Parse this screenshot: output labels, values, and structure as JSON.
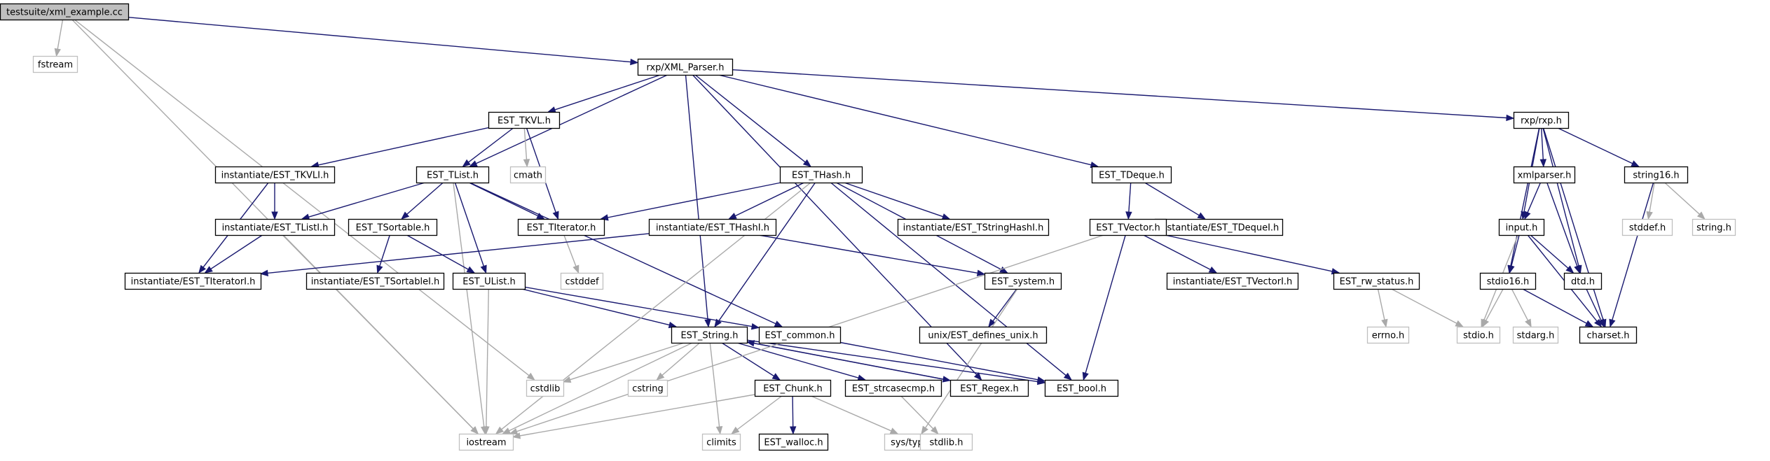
{
  "colors": {
    "dark_edge": "#191970",
    "light_edge": "#a9a9a9",
    "node_border": "#000000",
    "missing_border": "#bfbfbf",
    "root_fill": "#bfbfbf"
  },
  "nodes": [
    {
      "id": "xml_example",
      "label": "testsuite/xml_example.cc",
      "kind": "root"
    },
    {
      "id": "fstream",
      "label": "fstream",
      "kind": "missing"
    },
    {
      "id": "xml_parser",
      "label": "rxp/XML_Parser.h",
      "kind": "file"
    },
    {
      "id": "est_tkvl",
      "label": "EST_TKVL.h",
      "kind": "file"
    },
    {
      "id": "inst_tkvli",
      "label": "instantiate/EST_TKVLI.h",
      "kind": "file"
    },
    {
      "id": "est_tlist",
      "label": "EST_TList.h",
      "kind": "file"
    },
    {
      "id": "cmath",
      "label": "cmath",
      "kind": "missing"
    },
    {
      "id": "inst_tlisti",
      "label": "instantiate/EST_TListI.h",
      "kind": "file"
    },
    {
      "id": "est_tsortable",
      "label": "EST_TSortable.h",
      "kind": "file"
    },
    {
      "id": "inst_titeratori",
      "label": "instantiate/EST_TIteratorI.h",
      "kind": "file"
    },
    {
      "id": "inst_tsortablei",
      "label": "instantiate/EST_TSortableI.h",
      "kind": "file"
    },
    {
      "id": "est_ulist",
      "label": "EST_UList.h",
      "kind": "file"
    },
    {
      "id": "est_titerator",
      "label": "EST_TIterator.h",
      "kind": "file"
    },
    {
      "id": "cstddef",
      "label": "cstddef",
      "kind": "missing"
    },
    {
      "id": "est_thash",
      "label": "EST_THash.h",
      "kind": "file"
    },
    {
      "id": "inst_thashi",
      "label": "instantiate/EST_THashI.h",
      "kind": "file"
    },
    {
      "id": "inst_tstringhashi",
      "label": "instantiate/EST_TStringHashI.h",
      "kind": "file"
    },
    {
      "id": "est_system",
      "label": "EST_system.h",
      "kind": "file"
    },
    {
      "id": "unix_defines",
      "label": "unix/EST_defines_unix.h",
      "kind": "file"
    },
    {
      "id": "est_string",
      "label": "EST_String.h",
      "kind": "file"
    },
    {
      "id": "est_common",
      "label": "EST_common.h",
      "kind": "file"
    },
    {
      "id": "cstdlib",
      "label": "cstdlib",
      "kind": "missing"
    },
    {
      "id": "cstring",
      "label": "cstring",
      "kind": "missing"
    },
    {
      "id": "est_chunk",
      "label": "EST_Chunk.h",
      "kind": "file"
    },
    {
      "id": "est_strcasecmp",
      "label": "EST_strcasecmp.h",
      "kind": "file"
    },
    {
      "id": "est_regex",
      "label": "EST_Regex.h",
      "kind": "file"
    },
    {
      "id": "est_bool",
      "label": "EST_bool.h",
      "kind": "file"
    },
    {
      "id": "iostream",
      "label": "iostream",
      "kind": "missing"
    },
    {
      "id": "climits",
      "label": "climits",
      "kind": "missing"
    },
    {
      "id": "est_walloc",
      "label": "EST_walloc.h",
      "kind": "file"
    },
    {
      "id": "sys_types",
      "label": "sys/types.h",
      "kind": "missing"
    },
    {
      "id": "stdlib_h",
      "label": "stdlib.h",
      "kind": "missing"
    },
    {
      "id": "est_tdeque",
      "label": "EST_TDeque.h",
      "kind": "file"
    },
    {
      "id": "inst_tdequei",
      "label": "instantiate/EST_TDequeI.h",
      "kind": "file"
    },
    {
      "id": "est_tvector",
      "label": "EST_TVector.h",
      "kind": "file"
    },
    {
      "id": "inst_tvectori",
      "label": "instantiate/EST_TVectorI.h",
      "kind": "file"
    },
    {
      "id": "est_rw_status",
      "label": "EST_rw_status.h",
      "kind": "file"
    },
    {
      "id": "errno_h",
      "label": "errno.h",
      "kind": "missing"
    },
    {
      "id": "rxp_h",
      "label": "rxp/rxp.h",
      "kind": "file"
    },
    {
      "id": "xmlparser_h",
      "label": "xmlparser.h",
      "kind": "file"
    },
    {
      "id": "string16_h",
      "label": "string16.h",
      "kind": "file"
    },
    {
      "id": "input_h",
      "label": "input.h",
      "kind": "file"
    },
    {
      "id": "stddef_h",
      "label": "stddef.h",
      "kind": "missing"
    },
    {
      "id": "string_h",
      "label": "string.h",
      "kind": "missing"
    },
    {
      "id": "stdio16_h",
      "label": "stdio16.h",
      "kind": "file"
    },
    {
      "id": "dtd_h",
      "label": "dtd.h",
      "kind": "file"
    },
    {
      "id": "stdio_h",
      "label": "stdio.h",
      "kind": "missing"
    },
    {
      "id": "stdarg_h",
      "label": "stdarg.h",
      "kind": "missing"
    },
    {
      "id": "charset_h",
      "label": "charset.h",
      "kind": "file"
    }
  ],
  "edges": [
    {
      "from": "xml_example",
      "to": "fstream"
    },
    {
      "from": "xml_example",
      "to": "xml_parser"
    },
    {
      "from": "xml_example",
      "to": "cstdlib"
    },
    {
      "from": "xml_example",
      "to": "iostream"
    },
    {
      "from": "xml_parser",
      "to": "est_tkvl"
    },
    {
      "from": "xml_parser",
      "to": "est_tlist"
    },
    {
      "from": "xml_parser",
      "to": "est_string"
    },
    {
      "from": "xml_parser",
      "to": "est_thash"
    },
    {
      "from": "xml_parser",
      "to": "est_tdeque"
    },
    {
      "from": "xml_parser",
      "to": "est_regex"
    },
    {
      "from": "xml_parser",
      "to": "rxp_h"
    },
    {
      "from": "est_tkvl",
      "to": "inst_tkvli"
    },
    {
      "from": "est_tkvl",
      "to": "est_tlist"
    },
    {
      "from": "est_tkvl",
      "to": "cmath"
    },
    {
      "from": "est_tkvl",
      "to": "est_titerator"
    },
    {
      "from": "inst_tkvli",
      "to": "inst_tlisti"
    },
    {
      "from": "inst_tkvli",
      "to": "inst_titeratori"
    },
    {
      "from": "est_tlist",
      "to": "inst_tlisti"
    },
    {
      "from": "est_tlist",
      "to": "est_tsortable"
    },
    {
      "from": "est_tlist",
      "to": "est_ulist"
    },
    {
      "from": "est_tlist",
      "to": "est_titerator"
    },
    {
      "from": "est_tlist",
      "to": "est_common"
    },
    {
      "from": "est_tlist",
      "to": "iostream"
    },
    {
      "from": "inst_tlisti",
      "to": "inst_titeratori"
    },
    {
      "from": "inst_tlisti",
      "to": "iostream"
    },
    {
      "from": "est_tsortable",
      "to": "inst_tsortablei"
    },
    {
      "from": "est_tsortable",
      "to": "est_ulist"
    },
    {
      "from": "est_ulist",
      "to": "est_string"
    },
    {
      "from": "est_ulist",
      "to": "est_common"
    },
    {
      "from": "est_ulist",
      "to": "iostream"
    },
    {
      "from": "est_titerator",
      "to": "cstddef"
    },
    {
      "from": "est_thash",
      "to": "est_titerator"
    },
    {
      "from": "est_thash",
      "to": "inst_thashi"
    },
    {
      "from": "est_thash",
      "to": "inst_tstringhashi"
    },
    {
      "from": "est_thash",
      "to": "est_system"
    },
    {
      "from": "est_thash",
      "to": "est_string"
    },
    {
      "from": "est_thash",
      "to": "est_bool"
    },
    {
      "from": "est_thash",
      "to": "iostream"
    },
    {
      "from": "inst_thashi",
      "to": "inst_titeratori"
    },
    {
      "from": "inst_thashi",
      "to": "est_system"
    },
    {
      "from": "est_system",
      "to": "unix_defines"
    },
    {
      "from": "est_system",
      "to": "sys_types"
    },
    {
      "from": "est_string",
      "to": "cstdlib"
    },
    {
      "from": "est_string",
      "to": "cstring"
    },
    {
      "from": "est_string",
      "to": "est_chunk"
    },
    {
      "from": "est_string",
      "to": "est_strcasecmp"
    },
    {
      "from": "est_string",
      "to": "est_regex"
    },
    {
      "from": "est_string",
      "to": "est_bool"
    },
    {
      "from": "est_string",
      "to": "iostream"
    },
    {
      "from": "est_string",
      "to": "climits"
    },
    {
      "from": "est_common",
      "to": "est_bool"
    },
    {
      "from": "est_chunk",
      "to": "iostream"
    },
    {
      "from": "est_chunk",
      "to": "climits"
    },
    {
      "from": "est_chunk",
      "to": "est_walloc"
    },
    {
      "from": "est_chunk",
      "to": "sys_types"
    },
    {
      "from": "est_strcasecmp",
      "to": "stdlib_h"
    },
    {
      "from": "est_regex",
      "to": "est_string"
    },
    {
      "from": "est_tdeque",
      "to": "est_tvector"
    },
    {
      "from": "est_tdeque",
      "to": "inst_tdequei"
    },
    {
      "from": "est_tvector",
      "to": "inst_tvectori"
    },
    {
      "from": "est_tvector",
      "to": "est_rw_status"
    },
    {
      "from": "est_tvector",
      "to": "est_bool"
    },
    {
      "from": "est_tvector",
      "to": "iostream"
    },
    {
      "from": "est_rw_status",
      "to": "errno_h"
    },
    {
      "from": "est_rw_status",
      "to": "stdio_h"
    },
    {
      "from": "rxp_h",
      "to": "xmlparser_h"
    },
    {
      "from": "rxp_h",
      "to": "string16_h"
    },
    {
      "from": "rxp_h",
      "to": "input_h"
    },
    {
      "from": "rxp_h",
      "to": "stdio16_h"
    },
    {
      "from": "rxp_h",
      "to": "dtd_h"
    },
    {
      "from": "rxp_h",
      "to": "charset_h"
    },
    {
      "from": "xmlparser_h",
      "to": "input_h"
    },
    {
      "from": "xmlparser_h",
      "to": "dtd_h"
    },
    {
      "from": "string16_h",
      "to": "stddef_h"
    },
    {
      "from": "string16_h",
      "to": "string_h"
    },
    {
      "from": "string16_h",
      "to": "charset_h"
    },
    {
      "from": "input_h",
      "to": "stdio16_h"
    },
    {
      "from": "input_h",
      "to": "dtd_h"
    },
    {
      "from": "input_h",
      "to": "charset_h"
    },
    {
      "from": "input_h",
      "to": "stdio_h"
    },
    {
      "from": "stdio16_h",
      "to": "stdio_h"
    },
    {
      "from": "stdio16_h",
      "to": "stdarg_h"
    },
    {
      "from": "stdio16_h",
      "to": "charset_h"
    },
    {
      "from": "dtd_h",
      "to": "charset_h"
    }
  ]
}
